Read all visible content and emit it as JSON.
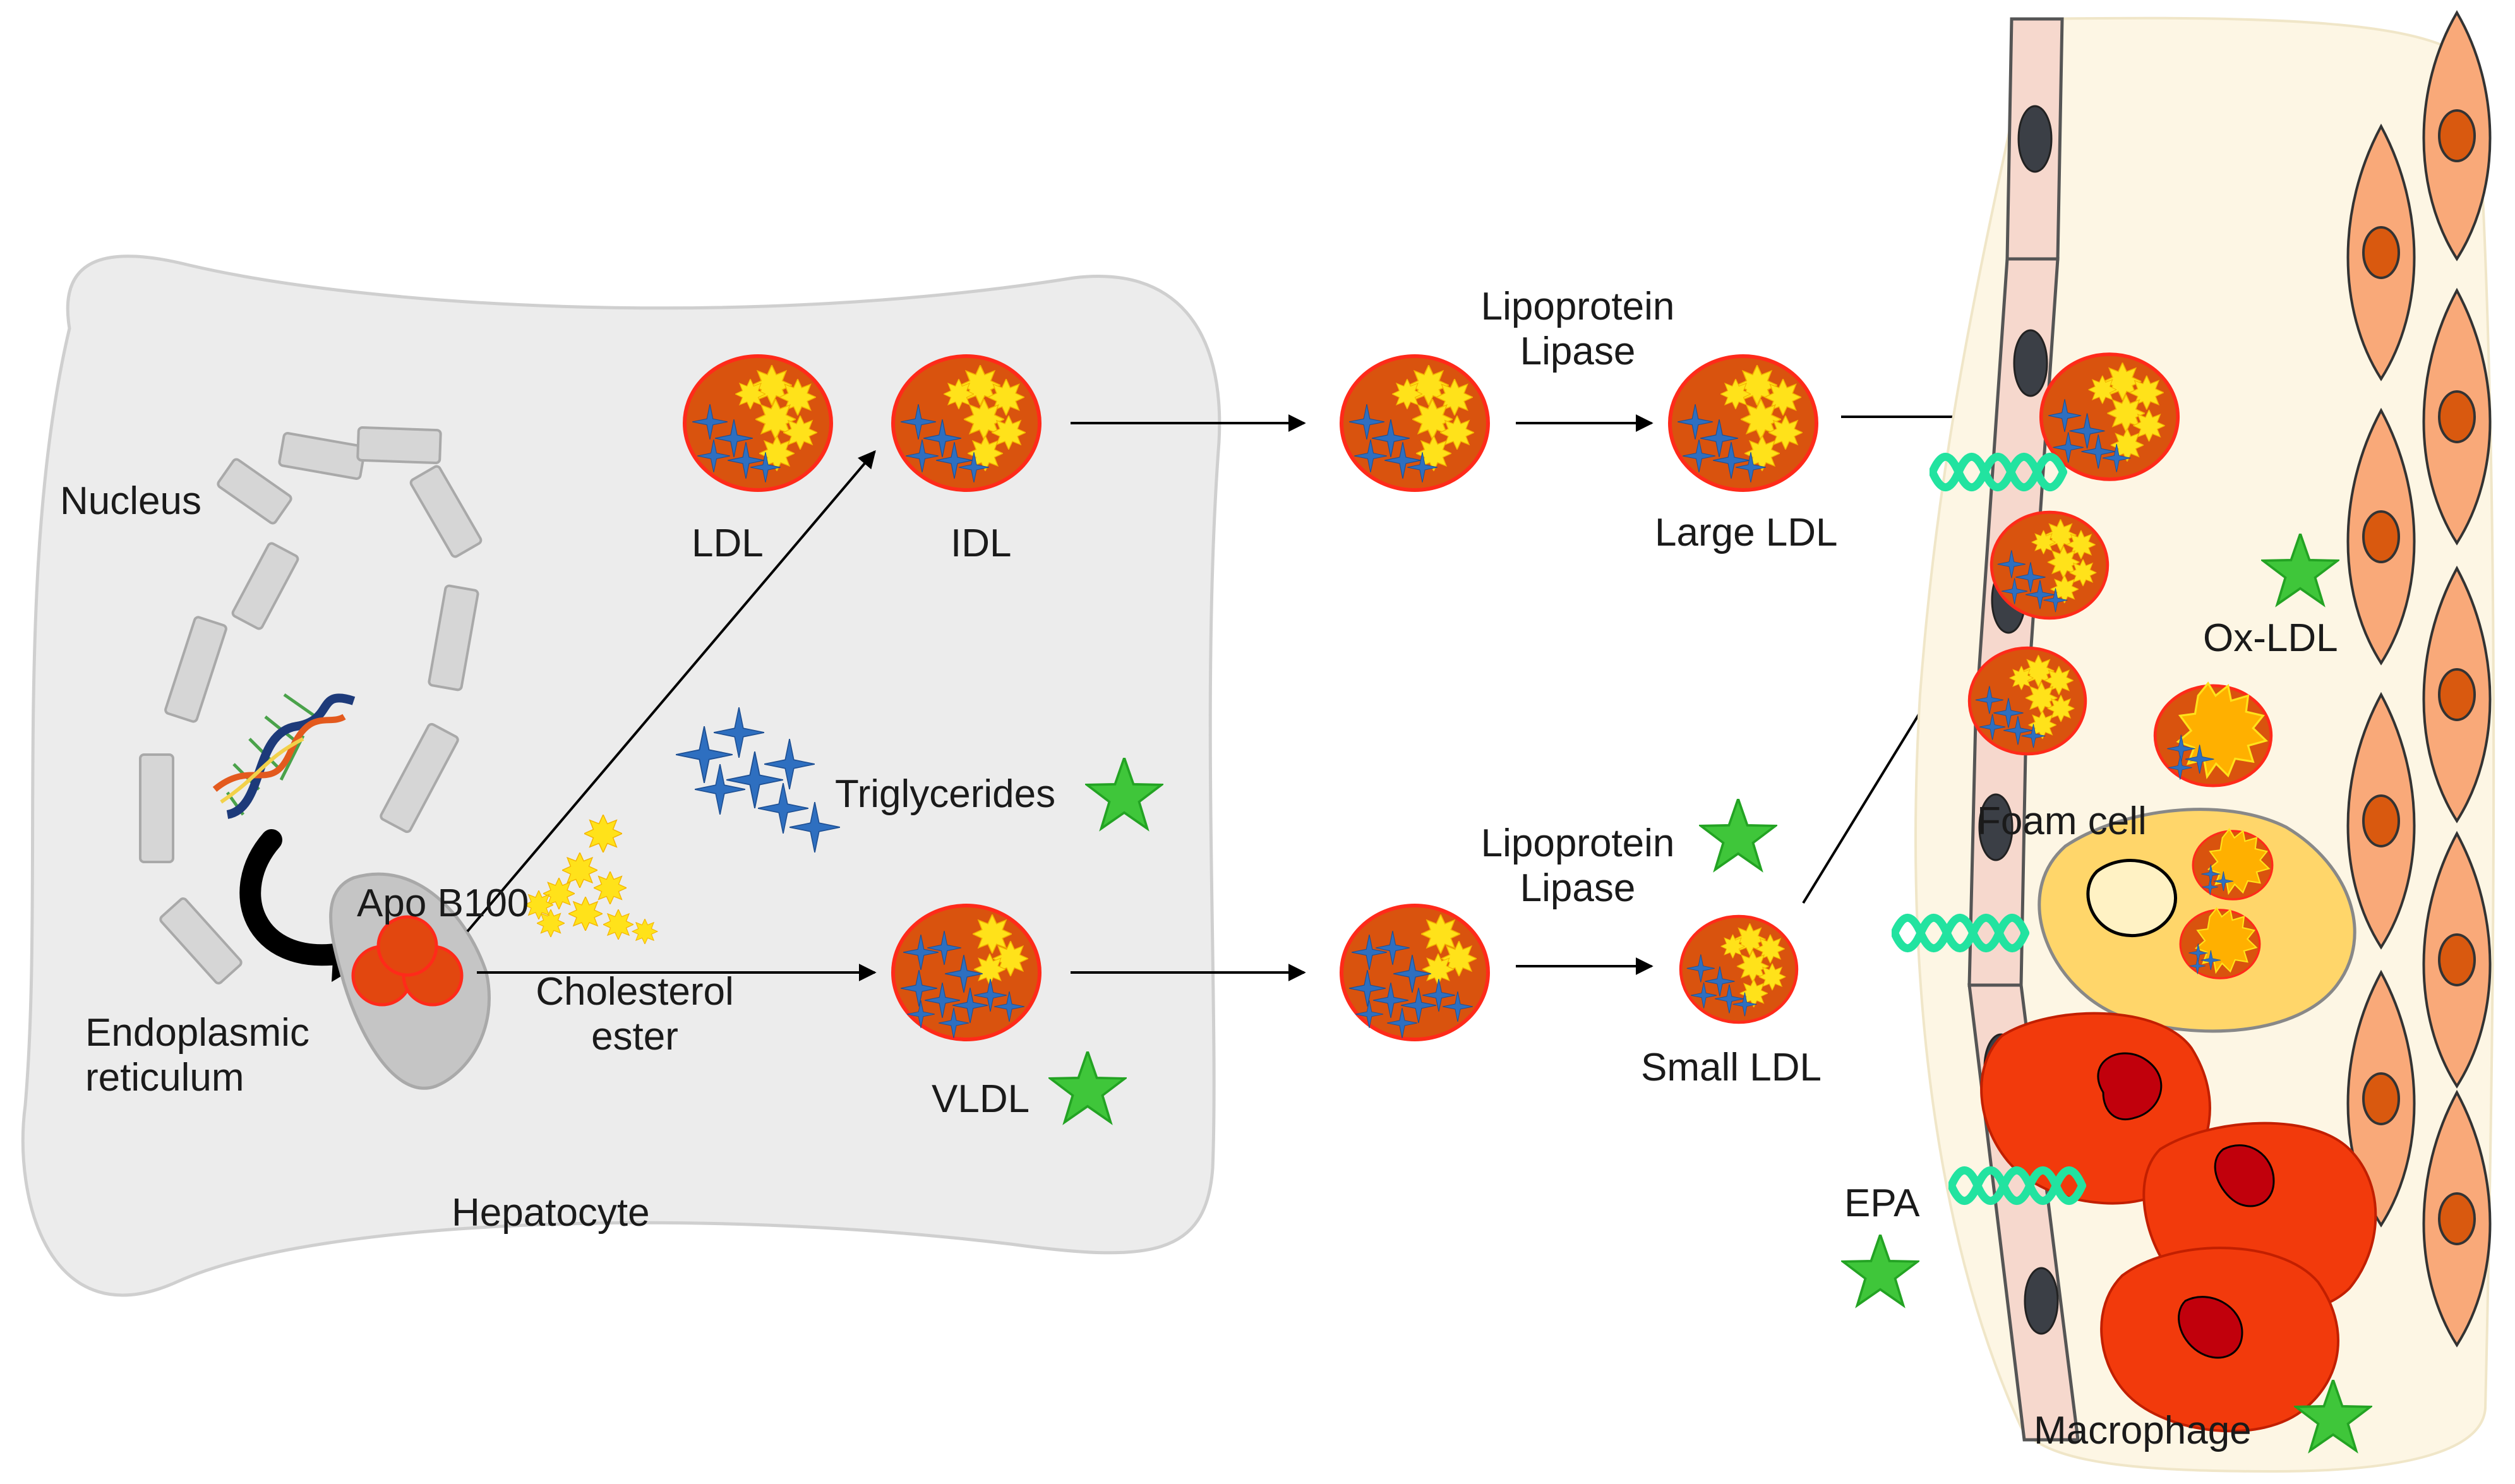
{
  "labels": {
    "nucleus": "Nucleus",
    "endoplasmic_reticulum": "Endoplasmic\nreticulum",
    "hepatocyte": "Hepatocyte",
    "apo_b100": "Apo B100",
    "cholesterol_ester": "Cholesterol\nester",
    "triglycerides": "Triglycerides",
    "ldl": "LDL",
    "idl": "IDL",
    "vldl": "VLDL",
    "lipoprotein_lipase_top": "Lipoprotein\nLipase",
    "lipoprotein_lipase_bottom": "Lipoprotein\nLipase",
    "large_ldl": "Large LDL",
    "small_ldl": "Small LDL",
    "ox_ldl": "Ox-LDL",
    "foam_cell": "Foam cell",
    "epa": "EPA",
    "macrophage": "Macrophage"
  },
  "colors": {
    "hepatocyte_fill": "#ececec",
    "vessel_fill": "#fdf6e4",
    "endothelium": "#f6d8cd",
    "particle_core": "#d9530e",
    "particle_rim": "#ff2a1a",
    "cholesterol_star": "#ffe21a",
    "triglyceride_star": "#2e6fc0",
    "marker_star": "#3fc63a",
    "epa_helix": "#22e3a0",
    "macrophage": "#f23a0c",
    "foam_cell": "#ffd66a",
    "smooth_muscle": "#f9a979",
    "apo_b100": "#e2470f"
  },
  "icons": [
    "dna-icon",
    "star-marker-icon",
    "epa-helix-icon",
    "ldl-particle-icon"
  ]
}
